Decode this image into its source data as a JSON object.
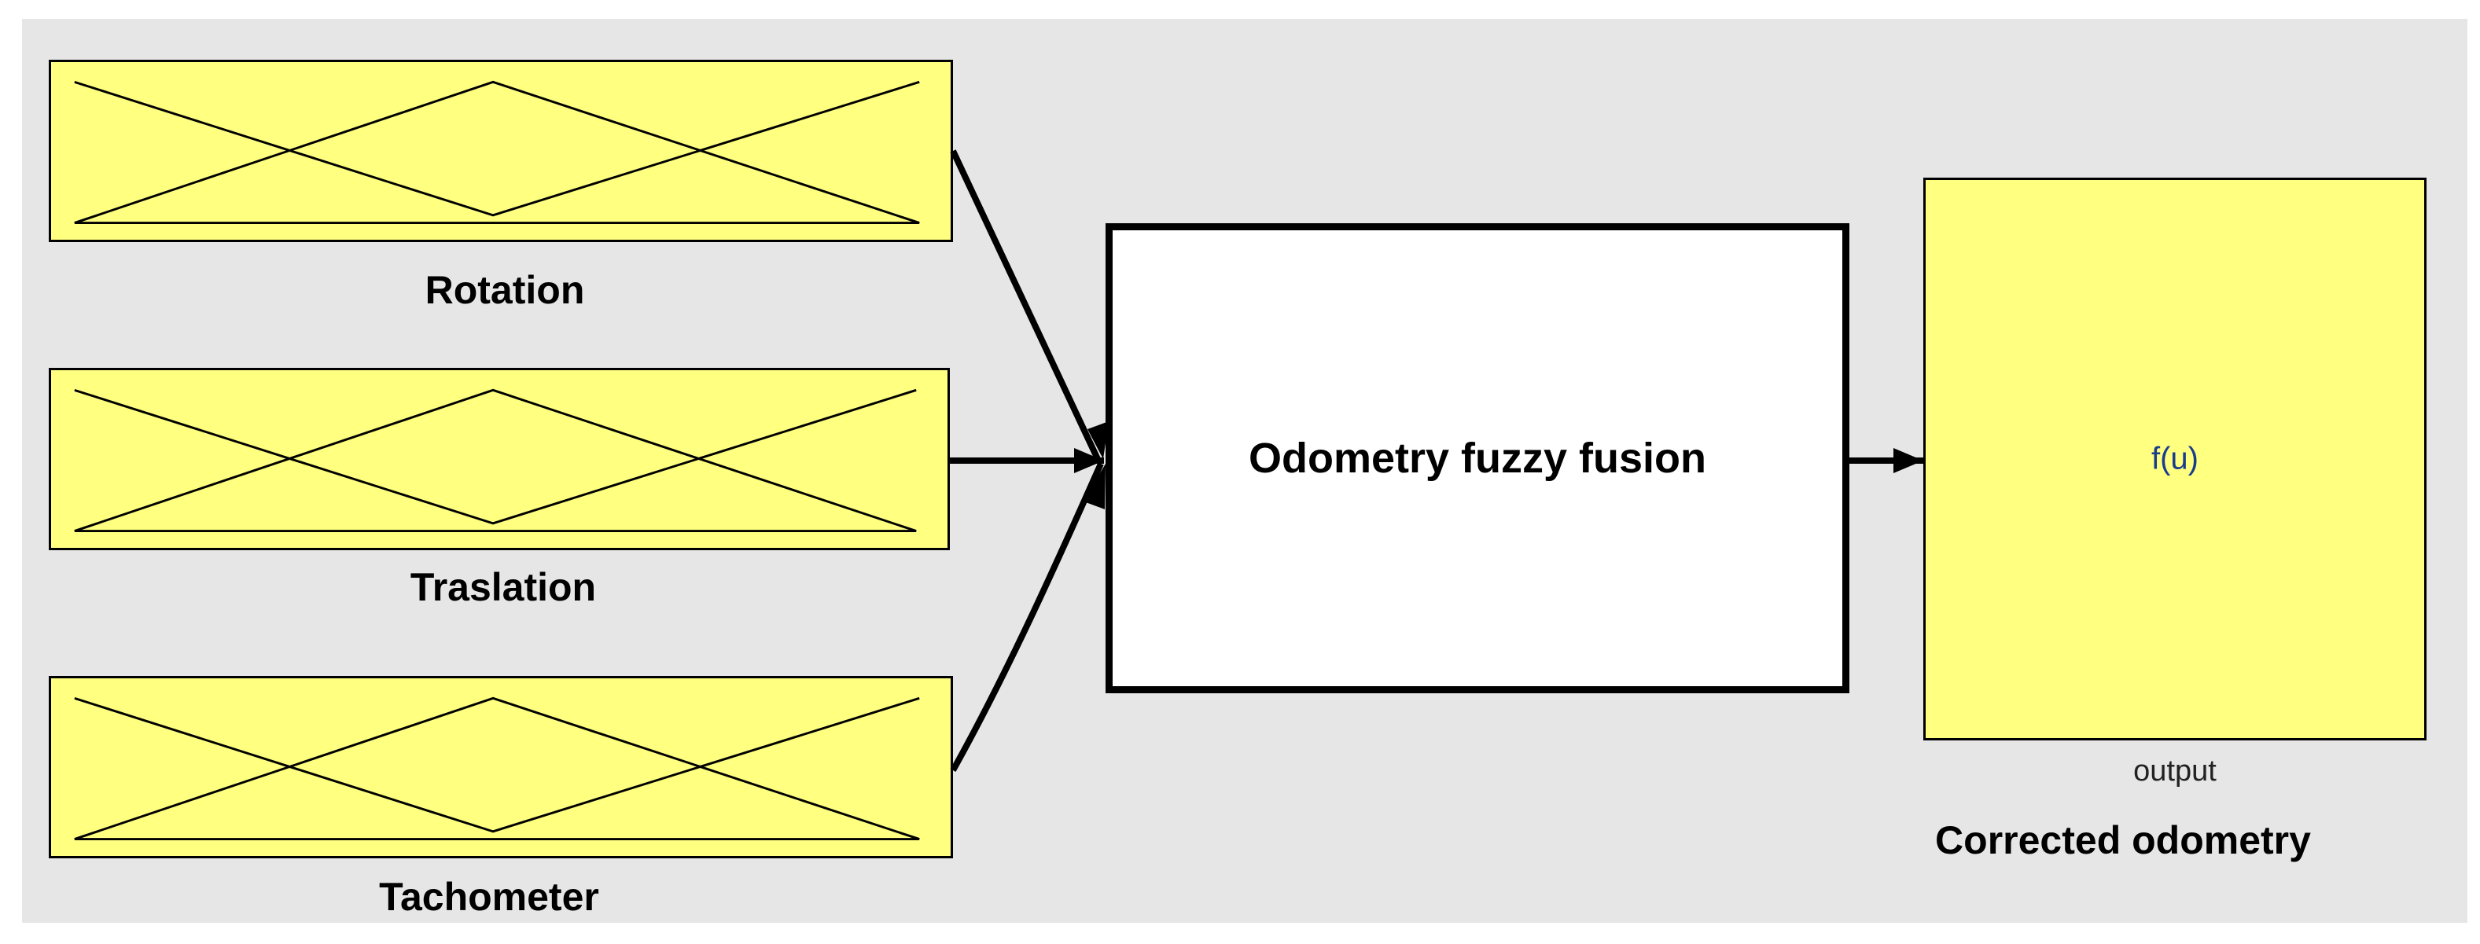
{
  "inputs": [
    {
      "name": "Rotation"
    },
    {
      "name": "Traslation"
    },
    {
      "name": "Tachometer"
    }
  ],
  "fis": {
    "title": "Odometry fuzzy fusion"
  },
  "output": {
    "function": "f(u)",
    "port_label": "output",
    "name": "Corrected odometry"
  },
  "colors": {
    "background": "#e6e6e6",
    "block_fill": "#ffff80",
    "fis_fill": "#ffffff",
    "line": "#000000"
  }
}
